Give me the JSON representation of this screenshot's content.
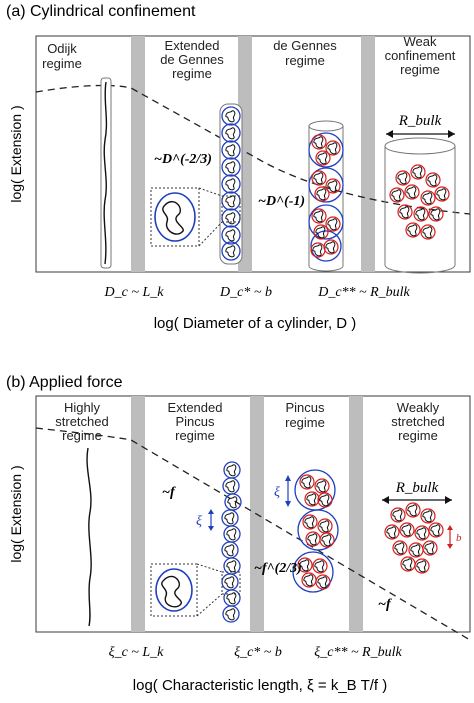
{
  "panel_a": {
    "title": "(a) Cylindrical confinement",
    "y_axis_label": "log( Extension )",
    "x_axis_label": "log( Diameter of a cylinder, D )",
    "regimes": [
      {
        "lines": [
          "Odijk",
          "regime"
        ]
      },
      {
        "lines": [
          "Extended",
          "de Gennes",
          "regime"
        ]
      },
      {
        "lines": [
          "de Gennes",
          "regime"
        ]
      },
      {
        "lines": [
          "Weak",
          "confinement",
          "regime"
        ]
      }
    ],
    "boundary_labels": [
      "D_c ~ L_k",
      "D_c* ~ b",
      "D_c** ~ R_bulk"
    ],
    "scaling_labels": [
      "~D^(-2/3)",
      "~D^(-1)"
    ],
    "size_label": "R_bulk"
  },
  "panel_b": {
    "title": "(b) Applied force",
    "y_axis_label": "log( Extension )",
    "x_axis_label": "log( Characteristic length, ξ = k_B T/f )",
    "regimes": [
      {
        "lines": [
          "Highly",
          "stretched",
          "regime"
        ]
      },
      {
        "lines": [
          "Extended",
          "Pincus",
          "regime"
        ]
      },
      {
        "lines": [
          "Pincus",
          "regime"
        ]
      },
      {
        "lines": [
          "Weakly",
          "stretched",
          "regime"
        ]
      }
    ],
    "boundary_labels": [
      "ξ_c ~ L_k",
      "ξ_c* ~ b",
      "ξ_c** ~ R_bulk"
    ],
    "scaling_labels": [
      "~f",
      "~f^(2/3)",
      "~f"
    ],
    "blob_label": "ξ",
    "size_label": "R_bulk",
    "segment_label": "b"
  },
  "colors": {
    "blob_blue": "#1f3fbf",
    "blob_red": "#d61e1e",
    "divider_gray": "#bdbdbd",
    "frame": "#3a3a3a"
  }
}
